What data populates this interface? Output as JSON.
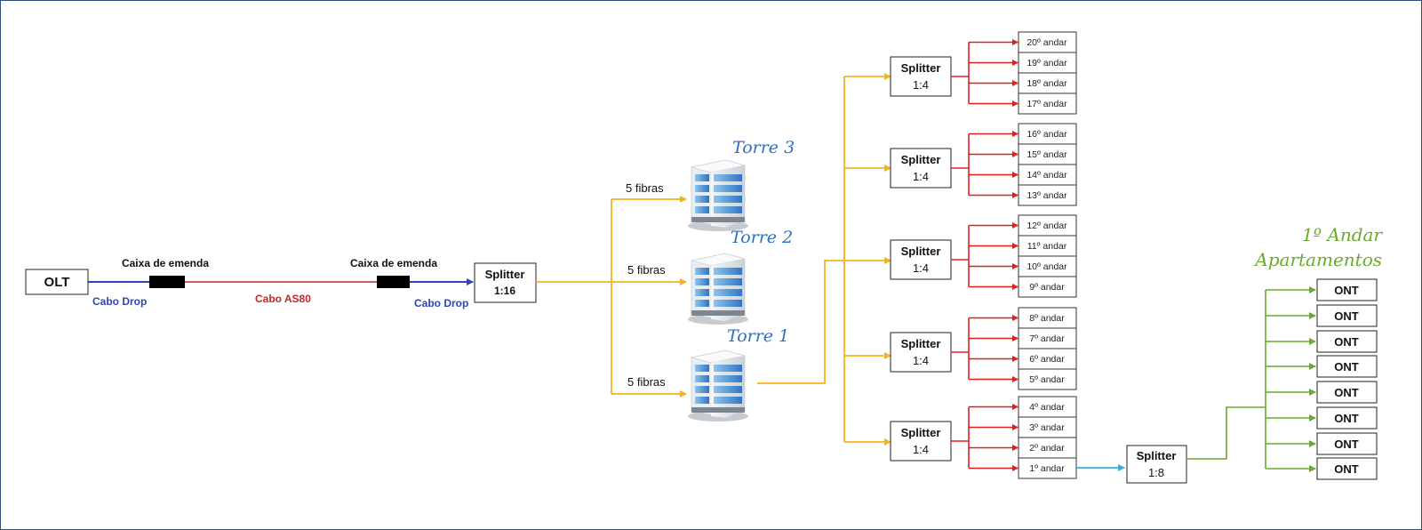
{
  "olt": {
    "label": "OLT"
  },
  "caixas": [
    {
      "label": "Caixa de emenda"
    },
    {
      "label": "Caixa de emenda"
    }
  ],
  "cables": {
    "drop_left": "Cabo Drop",
    "as80": "Cabo AS80",
    "drop_right": "Cabo Drop"
  },
  "main_splitter": {
    "label": "Splitter",
    "ratio": "1:16"
  },
  "towers": [
    {
      "name": "Torre 3",
      "fibras": "5 fibras"
    },
    {
      "name": "Torre 2",
      "fibras": "5 fibras"
    },
    {
      "name": "Torre 1",
      "fibras": "5 fibras"
    }
  ],
  "floor_splitters": [
    {
      "label": "Splitter",
      "ratio": "1:4",
      "floors": [
        "20º andar",
        "19º andar",
        "18º andar",
        "17º andar"
      ]
    },
    {
      "label": "Splitter",
      "ratio": "1:4",
      "floors": [
        "16º andar",
        "15º andar",
        "14º andar",
        "13º andar"
      ]
    },
    {
      "label": "Splitter",
      "ratio": "1:4",
      "floors": [
        "12º andar",
        "11º andar",
        "10º andar",
        "9º andar"
      ]
    },
    {
      "label": "Splitter",
      "ratio": "1:4",
      "floors": [
        "8º andar",
        "7º andar",
        "6º andar",
        "5º andar"
      ]
    },
    {
      "label": "Splitter",
      "ratio": "1:4",
      "floors": [
        "4º andar",
        "3º andar",
        "2º andar",
        "1º andar"
      ]
    }
  ],
  "apt_splitter": {
    "label": "Splitter",
    "ratio": "1:8"
  },
  "apartments": {
    "title_line1": "1º Andar",
    "title_line2": "Apartamentos",
    "onts": [
      "ONT",
      "ONT",
      "ONT",
      "ONT",
      "ONT",
      "ONT",
      "ONT",
      "ONT"
    ]
  },
  "colors": {
    "blue_cable": "#2e45b8",
    "red_cable": "#c0292a",
    "orange": "#f5b21c",
    "red_branch": "#e0201e",
    "cyan": "#3aaed8",
    "green": "#6aaa2e",
    "torre_text": "#2e6fc0"
  },
  "icons": {
    "building": "building-icon"
  }
}
